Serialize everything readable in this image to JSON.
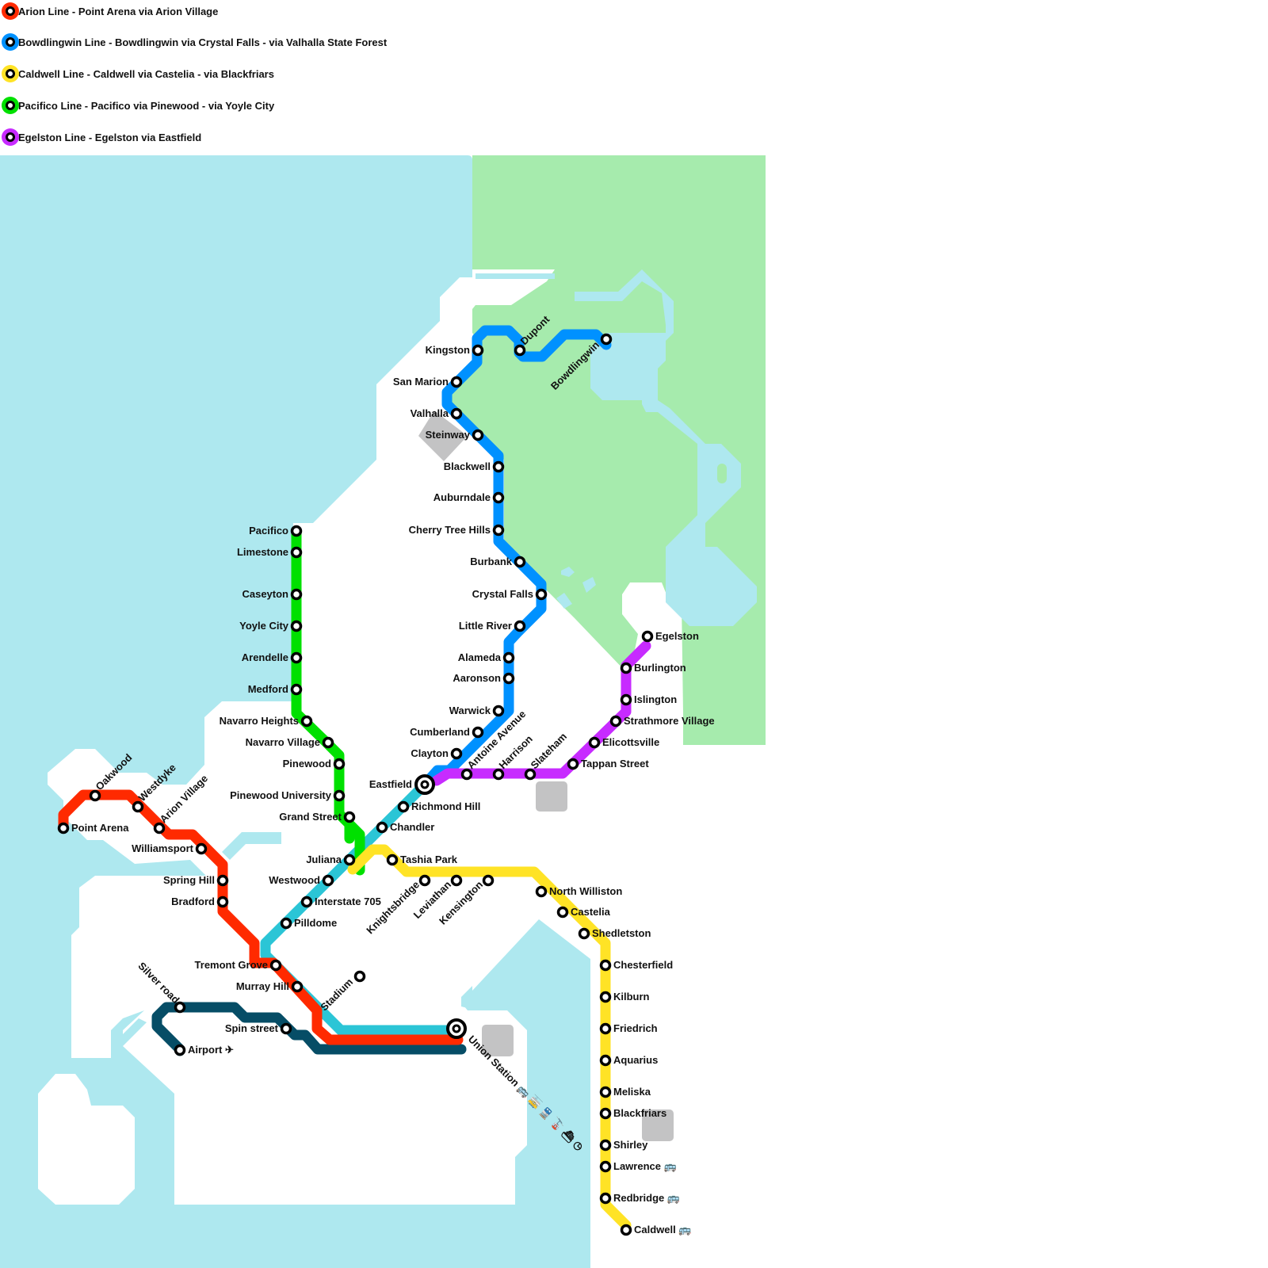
{
  "legend": [
    {
      "label": "Arion Line - Point Arena via Arion Village",
      "color": "#ff2a00"
    },
    {
      "label": "Bowdlingwin Line - Bowdlingwin via Crystal Falls - via Valhalla State Forest",
      "color": "#0091ff"
    },
    {
      "label": "Caldwell Line - Caldwell via Castelia - via Blackfriars",
      "color": "#ffe326"
    },
    {
      "label": "Pacifico Line - Pacifico via Pinewood - via Yoyle City",
      "color": "#00e000"
    },
    {
      "label": "Egelston Line - Egelston via Eastfield",
      "color": "#c72bff"
    }
  ],
  "colors": {
    "water": "#aee8ef",
    "park": "#a6ebad",
    "land": "#ffffff",
    "building": "#c3c3c4",
    "arion": "#ff2a00",
    "bowdlingwin": "#0091ff",
    "caldwell": "#ffe326",
    "pacifico": "#00e000",
    "egelston": "#c72bff",
    "interstate": "#2bc5d6",
    "airport": "#064d66"
  },
  "stations": {
    "arion": [
      "Point Arena",
      "Oakwood",
      "Westdyke",
      "Arion Village",
      "Williamsport",
      "Spring Hill",
      "Bradford",
      "Tremont Grove",
      "Murray Hill"
    ],
    "bowdlingwin": [
      "Bowdlingwin",
      "Dupont",
      "Kingston",
      "San Marion",
      "Valhalla",
      "Steinway",
      "Blackwell",
      "Auburndale",
      "Cherry Tree Hills",
      "Burbank",
      "Crystal Falls",
      "Little River",
      "Alameda",
      "Aaronson",
      "Warwick",
      "Cumberland",
      "Clayton"
    ],
    "caldwell": [
      "Juliana",
      "Tashia Park",
      "Knightsbridge",
      "Leviathan",
      "Kensington",
      "North Williston",
      "Castelia",
      "Shedletston",
      "Chesterfield",
      "Kilburn",
      "Friedrich",
      "Aquarius",
      "Meliska",
      "Blackfriars",
      "Shirley",
      "Lawrence",
      "Redbridge",
      "Caldwell"
    ],
    "pacifico": [
      "Pacifico",
      "Limestone",
      "Caseyton",
      "Yoyle City",
      "Arendelle",
      "Medford",
      "Navarro Heights",
      "Navarro Village",
      "Pinewood",
      "Pinewood University",
      "Grand Street",
      "Stadium"
    ],
    "egelston": [
      "Egelston",
      "Burlington",
      "Islington",
      "Strathmore Village",
      "Elicottsville",
      "Tappan Street",
      "Slateham",
      "Harrison",
      "Antoine Avenue"
    ],
    "interstate": [
      "Richmond Hill",
      "Chandler",
      "Westwood",
      "Interstate 705",
      "Pilldome"
    ],
    "airport": [
      "Silver road",
      "Spin street",
      "Airport"
    ],
    "interchanges": [
      "Eastfield",
      "Union Station"
    ]
  },
  "icons": {
    "airport_glyph": "✈",
    "bus_glyph": "🚌",
    "union_station_services": [
      "bus",
      "tram",
      "train",
      "cable-car",
      "ferry",
      "clock"
    ]
  }
}
